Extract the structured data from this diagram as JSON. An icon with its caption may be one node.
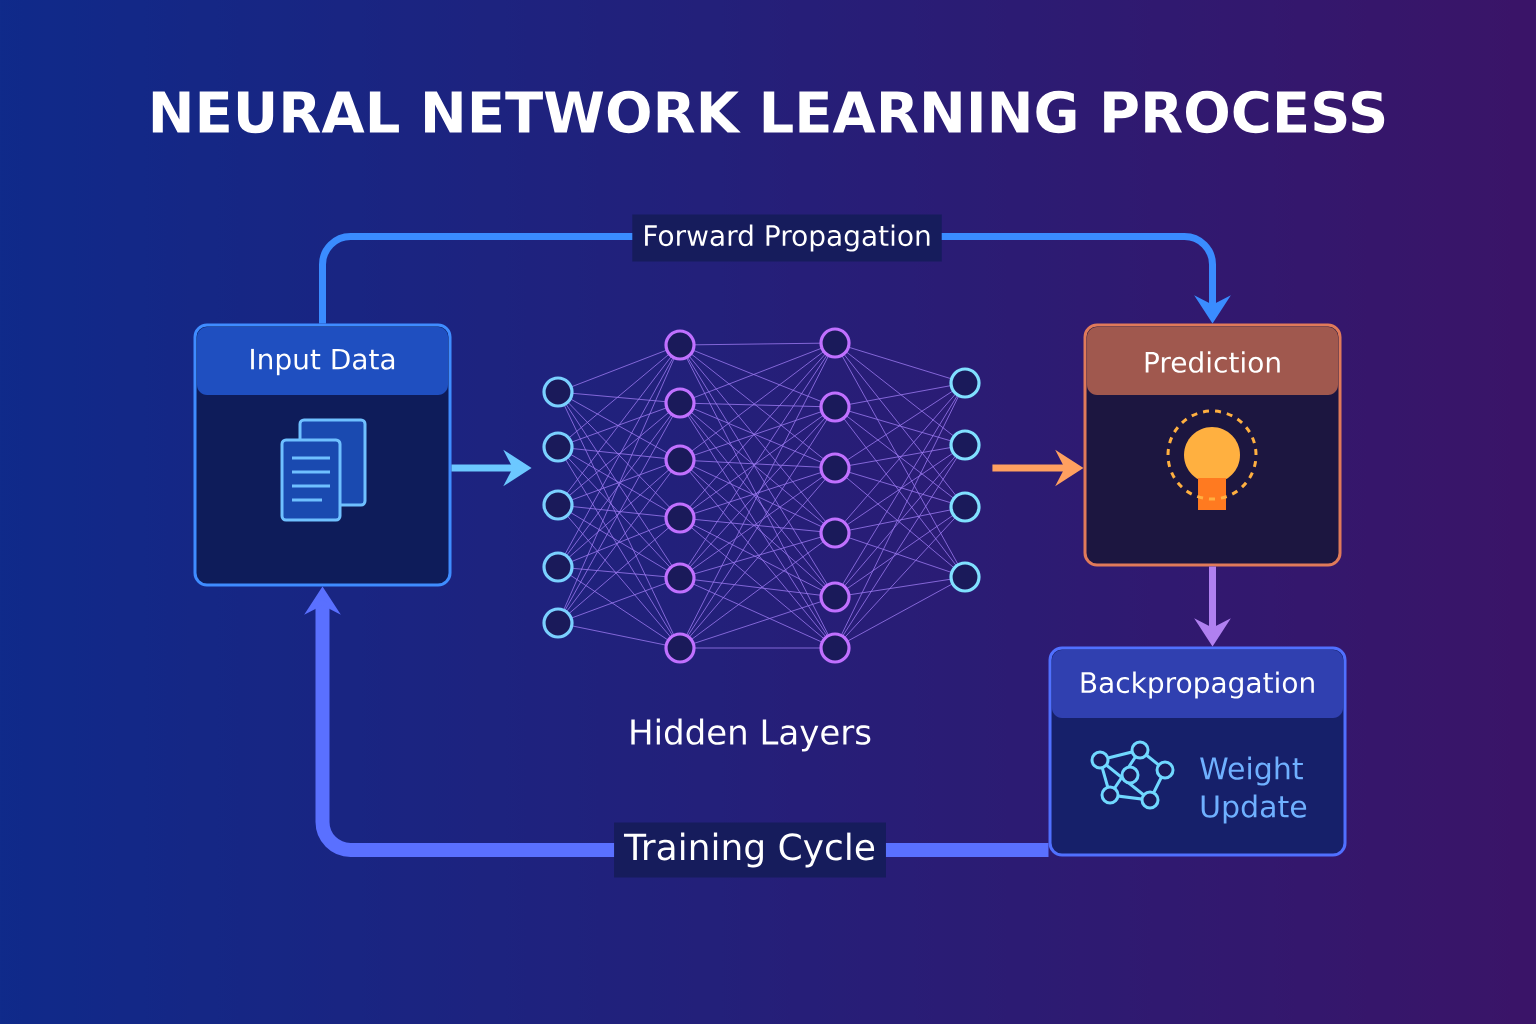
{
  "diagram": {
    "title": "NEURAL NETWORK LEARNING PROCESS",
    "nodes": [
      {
        "text": [
          "Input Data"
        ]
      },
      {
        "text": [],
        "shape": "picture",
        "beside": [
          "Hidden Layers"
        ]
      },
      {
        "text": [
          "Prediction"
        ]
      },
      {
        "text": [
          "Backpropagation",
          "Weight Update"
        ]
      }
    ],
    "edges": [
      {
        "from": 0,
        "to": 2,
        "arrow": "to",
        "label": "Forward Propagation"
      },
      {
        "from": 0,
        "to": 1,
        "arrow": "to",
        "color": "#6cc8ff"
      },
      {
        "from": 1,
        "to": 2,
        "arrow": "to",
        "color": "#ffa060"
      },
      {
        "from": 2,
        "to": 3,
        "arrow": "to",
        "color": "#b080f0"
      },
      {
        "from": 3,
        "to": 0,
        "arrow": "to",
        "label": "Training Cycle",
        "style": "thick",
        "color": "#5a70ff"
      }
    ]
  }
}
